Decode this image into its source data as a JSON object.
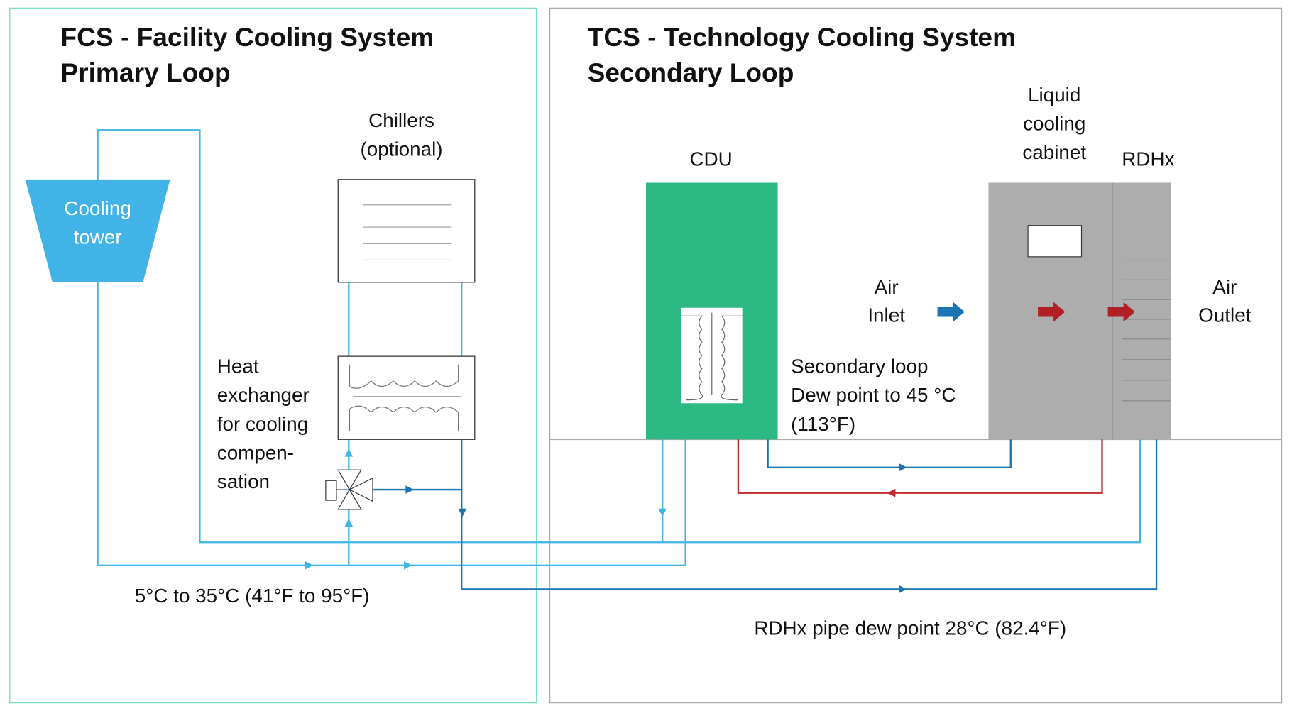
{
  "fcs": {
    "title_line1": "FCS - Facility Cooling System",
    "title_line2": "Primary Loop",
    "cooling_tower": [
      "Cooling",
      "tower"
    ],
    "chillers": [
      "Chillers",
      "(optional)"
    ],
    "heat_exchanger": [
      "Heat",
      "exchanger",
      "for cooling",
      "compen-",
      "sation"
    ],
    "temp_range": "5°C to 35°C (41°F to 95°F)"
  },
  "tcs": {
    "title_line1": "TCS - Technology Cooling System",
    "title_line2": "Secondary Loop",
    "cdu": "CDU",
    "cabinet": [
      "Liquid",
      "cooling",
      "cabinet"
    ],
    "rdhx": "RDHx",
    "air_inlet": [
      "Air",
      "Inlet"
    ],
    "air_outlet": [
      "Air",
      "Outlet"
    ],
    "secondary_loop": [
      "Secondary loop",
      "Dew point to 45 °C",
      "(113°F)"
    ],
    "rdhx_dew_point": "RDHx pipe dew point 28°C (82.4°F)"
  },
  "colors": {
    "facility_water": "#41b6e6",
    "return_water": "#1a75b5",
    "hot_water": "#c0272d",
    "cdu": "#2db983",
    "cabinet": "#adadad",
    "cooling_tower": "#41b3e6"
  }
}
